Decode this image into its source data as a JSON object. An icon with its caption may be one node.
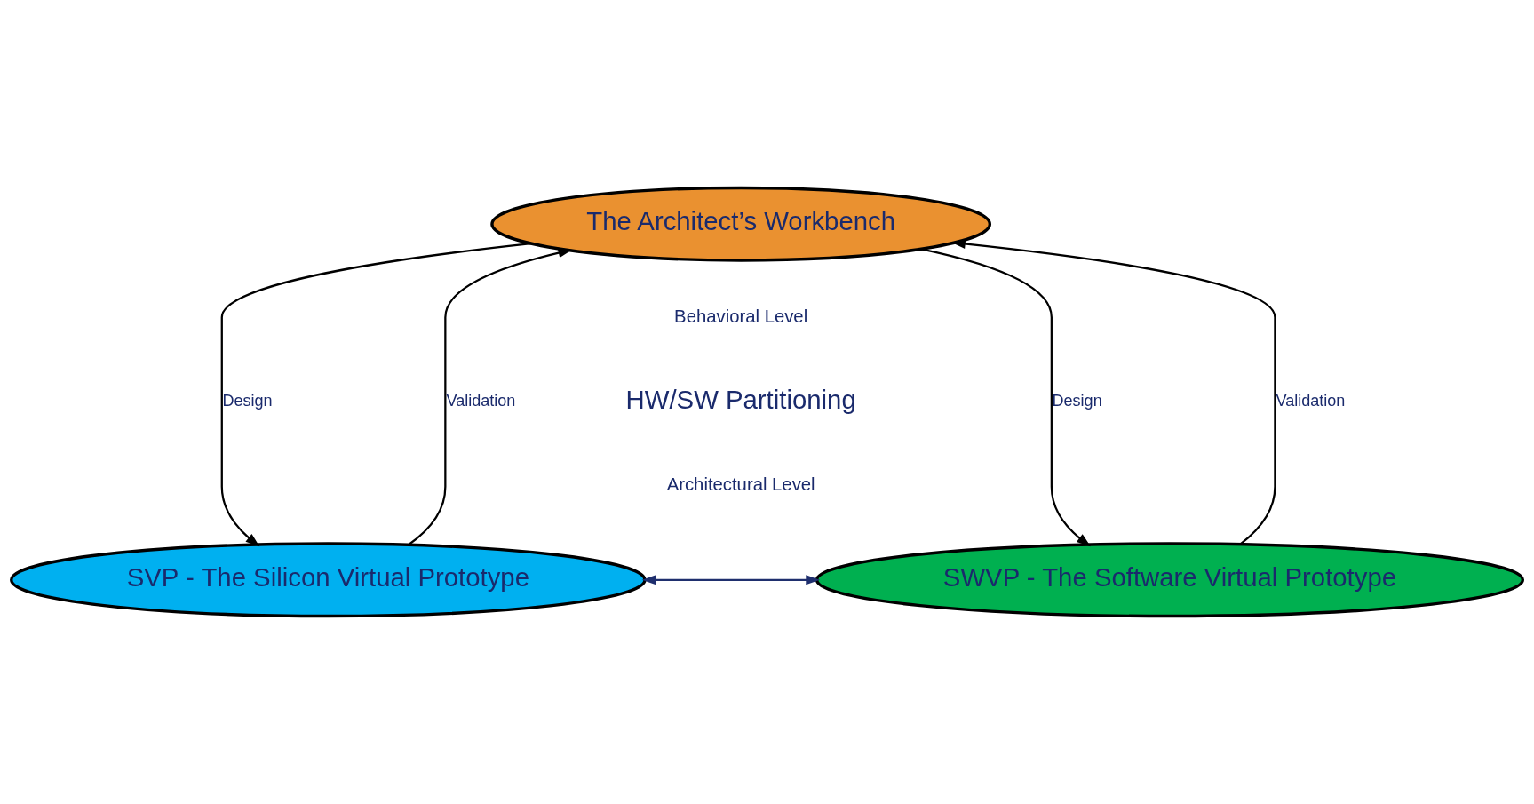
{
  "diagram": {
    "nodes": [
      {
        "text": [
          "The Architect’s Workbench"
        ]
      },
      {
        "text": [
          "SVP - The Silicon Virtual Prototype"
        ]
      },
      {
        "text": [
          "SWVP - The Software Virtual Prototype"
        ]
      }
    ],
    "edges": [
      {
        "from": 1,
        "to": 0,
        "arrow": "to",
        "label": "Validation"
      },
      {
        "from": 0,
        "to": 1,
        "arrow": "to",
        "label": "Design"
      },
      {
        "from": 0,
        "to": 2,
        "arrow": "to",
        "label": "Design"
      },
      {
        "from": 2,
        "to": 0,
        "arrow": "to",
        "label": "Validation"
      },
      {
        "from": 1,
        "to": 2,
        "arrow": "both",
        "color": "#1f2f6e"
      }
    ],
    "labels": [
      "Behavioral Level",
      "HW/SW Partitioning",
      "Architectural Level"
    ]
  }
}
